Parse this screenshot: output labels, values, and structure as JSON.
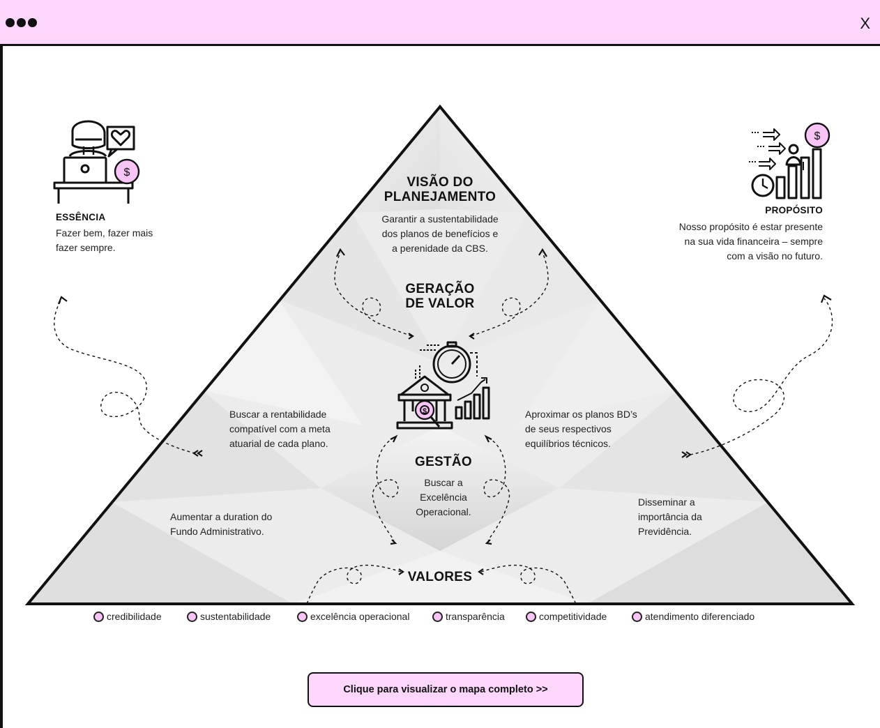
{
  "window": {
    "close_label": "X"
  },
  "pyramid": {
    "top": {
      "title_line1": "VISÃO DO",
      "title_line2": "PLANEJAMENTO",
      "text": [
        "Garantir a sustentabilidade",
        "dos planos de benefícios e",
        "a perenidade da CBS."
      ]
    },
    "middle": {
      "title_line1": "GERAÇÃO",
      "title_line2": "DE VALOR"
    },
    "left_text": [
      "Buscar a rentabilidade",
      "compatível com a meta",
      "atuarial de cada plano."
    ],
    "right_text": [
      "Aproximar os planos BD’s",
      "de seus respectivos",
      "equilíbrios técnicos."
    ],
    "gestao": {
      "title": "GESTÃO",
      "text": [
        "Buscar a",
        "Excelência",
        "Operacional."
      ]
    },
    "bottom_left_text": [
      "Aumentar a duration do",
      "Fundo Administrativo."
    ],
    "bottom_right_text": [
      "Disseminar a",
      "importância da",
      "Previdência."
    ],
    "valores": {
      "title": "VALORES"
    }
  },
  "essencia": {
    "title": "ESSÊNCIA",
    "text": [
      "Fazer bem, fazer mais",
      "fazer sempre."
    ],
    "icon": "person-at-laptop-heart-dollar-icon"
  },
  "proposito": {
    "title": "PROPÓSITO",
    "text": [
      "Nosso propósito é estar presente",
      "na sua vida financeira – sempre",
      "com a visão no futuro."
    ],
    "icon": "growth-chart-person-dollar-icon"
  },
  "values": [
    "credibilidade",
    "sustentabilidade",
    "excelência operacional",
    "transparência",
    "competitividade",
    "atendimento diferenciado"
  ],
  "cta": {
    "label": "Clique para visualizar o mapa completo >>"
  },
  "colors": {
    "accent_pink": "#fcd7fb",
    "coin_pink": "#f7c4f5",
    "ink": "#111111"
  }
}
